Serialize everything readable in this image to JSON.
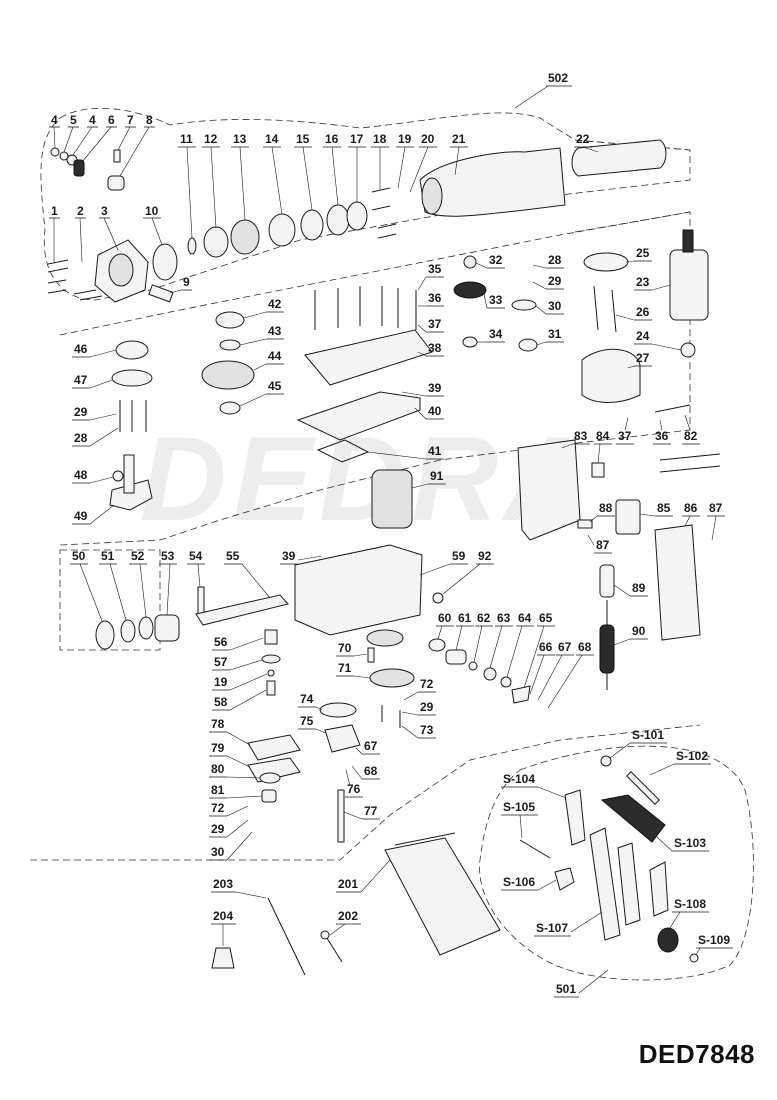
{
  "watermark": "DEDRA",
  "model_code": "DED7848",
  "labels": {
    "l502": "502",
    "l4a": "4",
    "l5": "5",
    "l4b": "4",
    "l6": "6",
    "l7": "7",
    "l8": "8",
    "l11": "11",
    "l12": "12",
    "l13": "13",
    "l14": "14",
    "l15": "15",
    "l16": "16",
    "l17": "17",
    "l18": "18",
    "l19a": "19",
    "l20": "20",
    "l21": "21",
    "l22": "22",
    "l1": "1",
    "l2": "2",
    "l3": "3",
    "l10": "10",
    "l9": "9",
    "l25": "25",
    "l23": "23",
    "l26": "26",
    "l24": "24",
    "l27": "27",
    "l32": "32",
    "l28a": "28",
    "l29a": "29",
    "l33": "33",
    "l30": "30",
    "l34": "34",
    "l31": "31",
    "l35": "35",
    "l36a": "36",
    "l37a": "37",
    "l38": "38",
    "l39a": "39",
    "l40": "40",
    "l41": "41",
    "l42": "42",
    "l43": "43",
    "l44": "44",
    "l45": "45",
    "l46": "46",
    "l47": "47",
    "l29b": "29",
    "l28b": "28",
    "l48": "48",
    "l49": "49",
    "l37b": "37",
    "l36b": "36",
    "l82": "82",
    "l83": "83",
    "l84": "84",
    "l91": "91",
    "l88": "88",
    "l85": "85",
    "l86": "86",
    "l87a": "87",
    "l87b": "87",
    "l89": "89",
    "l90": "90",
    "l50": "50",
    "l51": "51",
    "l52": "52",
    "l53": "53",
    "l54": "54",
    "l55": "55",
    "l39b": "39",
    "l59": "59",
    "l92": "92",
    "l60": "60",
    "l61": "61",
    "l62": "62",
    "l63": "63",
    "l64": "64",
    "l65": "65",
    "l66": "66",
    "l67a": "67",
    "l68a": "68",
    "l56": "56",
    "l57": "57",
    "l19b": "19",
    "l58": "58",
    "l70": "70",
    "l71": "71",
    "l72a": "72",
    "l29c": "29",
    "l73": "73",
    "l74": "74",
    "l75": "75",
    "l67b": "67",
    "l68b": "68",
    "l76": "76",
    "l77": "77",
    "l78": "78",
    "l79": "79",
    "l80": "80",
    "l81": "81",
    "l72b": "72",
    "l29d": "29",
    "l30b": "30",
    "lS101": "S-101",
    "lS102": "S-102",
    "lS103": "S-103",
    "lS104": "S-104",
    "lS105": "S-105",
    "lS106": "S-106",
    "lS107": "S-107",
    "lS108": "S-108",
    "lS109": "S-109",
    "l203": "203",
    "l201": "201",
    "l204": "204",
    "l202": "202",
    "l501": "501"
  }
}
